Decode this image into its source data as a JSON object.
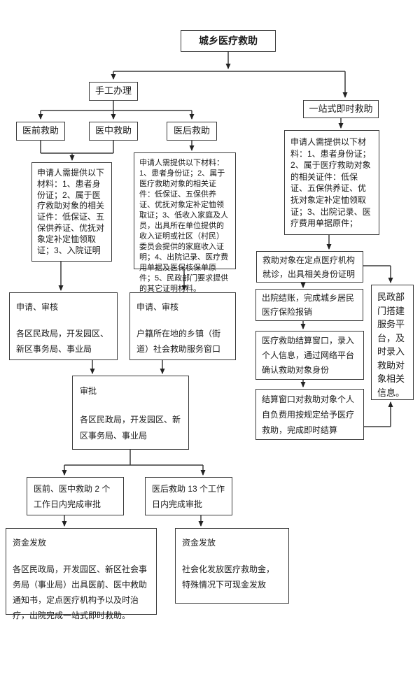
{
  "colors": {
    "background": "#ffffff",
    "border": "#3a3a3a",
    "text": "#1a1a1a"
  },
  "flowchart": {
    "nodes": {
      "title": {
        "label": "城乡医疗救助"
      },
      "manual": {
        "label": "手工办理"
      },
      "pre": {
        "label": "医前救助"
      },
      "mid": {
        "label": "医中救助"
      },
      "post": {
        "label": "医后救助"
      },
      "onestop": {
        "label": "一站式即时救助"
      },
      "mat1": {
        "text": "申请人需提供以下材料：1、患者身份证；2、属于医疗救助对象的相关证件：低保证、五保供养证、优抚对象定补定恤领取证；3、入院证明"
      },
      "mat2": {
        "text": "申请人需提供以下材料：1、患者身份证；2、属于医疗救助对象的相关证件：低保证、五保供养证、优抚对象定补定恤领取证；3、低收入家庭及人员，出具所在单位提供的收入证明或社区（村民）委员会提供的家庭收入证明；4、出院记录、医疗费用单据及医保核保单原件；5、民政部门要求提供的其它证明材料。"
      },
      "mat3": {
        "text": "申请人需提供以下材料：1、患者身份证；2、属于医疗救助对象的相关证件：低保证、五保供养证、优抚对象定补定恤领取证；3、出院记录、医疗费用单据原件；"
      },
      "apply1": {
        "heading": "申请、审核",
        "body": "各区民政局，开发园区、新区事务局、事业局"
      },
      "apply2": {
        "heading": "申请、审核",
        "body": "户籍所在地的乡镇（街道）社会救助服务窗口"
      },
      "approve": {
        "heading": "审批",
        "body": "各区民政局，开发园区、新区事务局、事业局"
      },
      "days2": {
        "text": "医前、医中救助 2 个工作日内完成审批"
      },
      "days13": {
        "text": "医后救助 13 个工作日内完成审批"
      },
      "fund1": {
        "heading": "资金发放",
        "body": "各区民政局，开发园区、新区社会事务局（事业局）出具医前、医中救助通知书，定点医疗机构予以及时治疗，出院完成一站式即时救助。"
      },
      "fund2": {
        "heading": "资金发放",
        "body": "社会化发放医疗救助金，特殊情况下可现金发放"
      },
      "hospital": {
        "text": "救助对象在定点医疗机构就诊，出具相关身份证明"
      },
      "checkout": {
        "text": "出院结账，完成城乡居民医疗保险报销"
      },
      "window": {
        "text": "医疗救助结算窗口，录入个人信息，通过网络平台确认救助对象身份"
      },
      "settle": {
        "text": "结算窗口对救助对象个人自负费用按规定给予医疗救助，完成即时结算"
      },
      "mz": {
        "text": "民政部门搭建服务平台，及时录入救助对象相关信息。"
      }
    },
    "edges": [
      {
        "from": "title",
        "to": "manual"
      },
      {
        "from": "title",
        "to": "onestop"
      },
      {
        "from": "manual",
        "to": "pre"
      },
      {
        "from": "manual",
        "to": "mid"
      },
      {
        "from": "manual",
        "to": "post"
      },
      {
        "from": "pre",
        "to": "mat1"
      },
      {
        "from": "mid",
        "to": "mat1"
      },
      {
        "from": "post",
        "to": "mat2"
      },
      {
        "from": "mat1",
        "to": "apply1"
      },
      {
        "from": "mat2",
        "to": "apply2"
      },
      {
        "from": "apply1",
        "to": "approve"
      },
      {
        "from": "apply2",
        "to": "approve"
      },
      {
        "from": "approve",
        "to": "days2"
      },
      {
        "from": "approve",
        "to": "days13"
      },
      {
        "from": "days2",
        "to": "fund1"
      },
      {
        "from": "days13",
        "to": "fund2"
      },
      {
        "from": "onestop",
        "to": "mat3"
      },
      {
        "from": "mat3",
        "to": "hospital"
      },
      {
        "from": "hospital",
        "to": "checkout"
      },
      {
        "from": "hospital",
        "to": "mz"
      },
      {
        "from": "checkout",
        "to": "window"
      },
      {
        "from": "window",
        "to": "settle"
      },
      {
        "from": "settle",
        "to": "mz"
      }
    ]
  }
}
